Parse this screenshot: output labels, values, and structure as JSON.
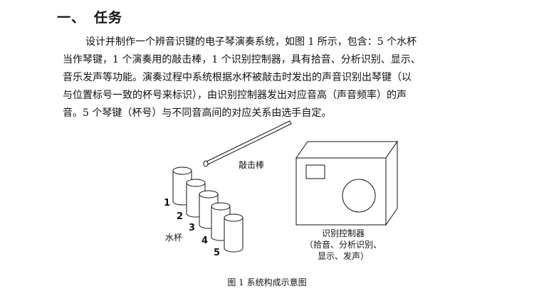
{
  "section": {
    "number": "一、",
    "title": "任务"
  },
  "paragraph": {
    "lines": [
      "设计并制作一个辨音识键的电子琴演奏系统，如图 1 所示，包含：5 个水杯",
      "当作琴键，1 个演奏用的敲击棒，1 个识别控制器，具有拾音、分析识别、显示、",
      "音乐发声等功能。演奏过程中系统根据水杯被敲击时发出的声音识别出琴键（以",
      "与位置标号一致的杯号来标识），由识别控制器发出对应音高（声音频率）的声",
      "音。5 个琴键（杯号）与不同音高间的对应关系由选手自定。"
    ]
  },
  "figure": {
    "stick_label": "敲击棒",
    "cups_label": "水杯",
    "cup_numbers": [
      "1",
      "2",
      "3",
      "4",
      "5"
    ],
    "controller_label": "识别控制器",
    "controller_functions_line1": "（拾音、分析识别、",
    "controller_functions_line2": "显示、发声）",
    "caption": "图 1 系统构成示意图"
  }
}
